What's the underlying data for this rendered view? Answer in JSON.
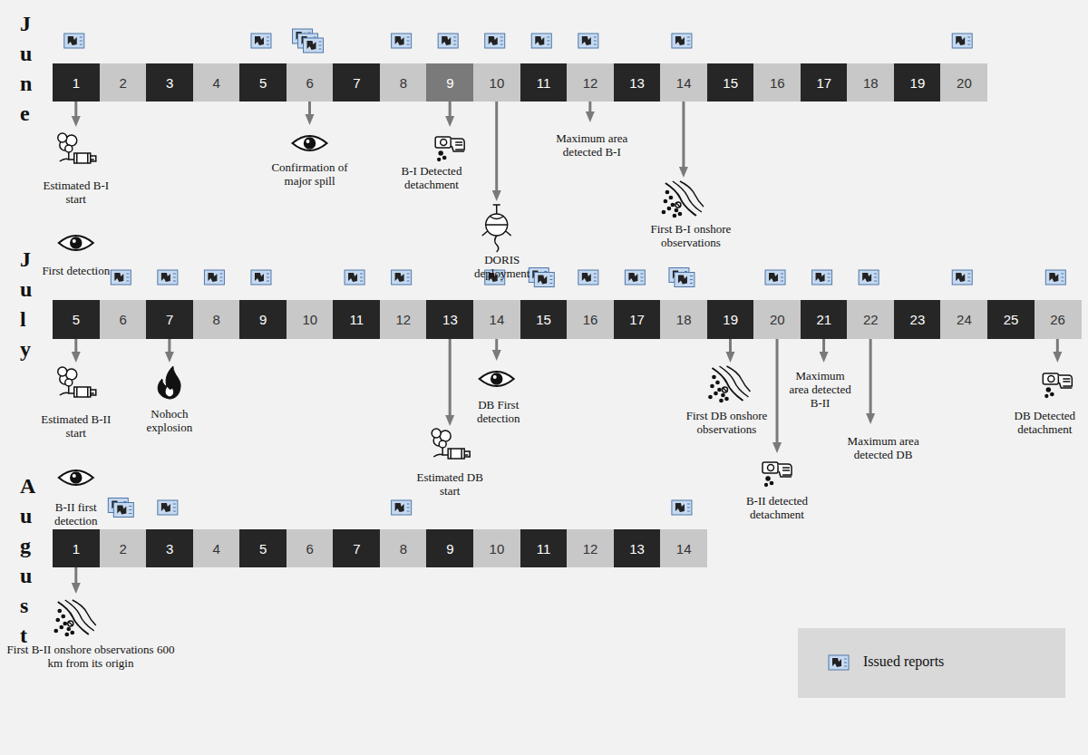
{
  "diagram": {
    "nodes": [
      {
        "text": [
          "1"
        ]
      },
      {
        "text": [
          "2"
        ]
      },
      {
        "text": [
          "3"
        ]
      },
      {
        "text": [
          "4"
        ]
      },
      {
        "text": [
          "5"
        ]
      },
      {
        "text": [
          "6"
        ]
      },
      {
        "text": [
          "7"
        ]
      },
      {
        "text": [
          "8"
        ]
      },
      {
        "text": [
          "9"
        ]
      },
      {
        "text": [
          "10"
        ]
      },
      {
        "text": [
          "11"
        ]
      },
      {
        "text": [
          "12"
        ]
      },
      {
        "text": [
          "13"
        ]
      },
      {
        "text": [
          "14"
        ]
      },
      {
        "text": [
          "15"
        ]
      },
      {
        "text": [
          "16"
        ]
      },
      {
        "text": [
          "17"
        ]
      },
      {
        "text": [
          "18"
        ]
      },
      {
        "text": [
          "19"
        ]
      },
      {
        "text": [
          "20"
        ]
      },
      {
        "text": [
          "5"
        ]
      },
      {
        "text": [
          "6"
        ]
      },
      {
        "text": [
          "7"
        ]
      },
      {
        "text": [
          "8"
        ]
      },
      {
        "text": [
          "9"
        ]
      },
      {
        "text": [
          "10"
        ]
      },
      {
        "text": [
          "11"
        ]
      },
      {
        "text": [
          "12"
        ]
      },
      {
        "text": [
          "13"
        ]
      },
      {
        "text": [
          "14"
        ]
      },
      {
        "text": [
          "15"
        ]
      },
      {
        "text": [
          "16"
        ]
      },
      {
        "text": [
          "17"
        ]
      },
      {
        "text": [
          "18"
        ]
      },
      {
        "text": [
          "19"
        ]
      },
      {
        "text": [
          "20"
        ]
      },
      {
        "text": [
          "21"
        ]
      },
      {
        "text": [
          "22"
        ]
      },
      {
        "text": [
          "23"
        ]
      },
      {
        "text": [
          "24"
        ]
      },
      {
        "text": [
          "25"
        ]
      },
      {
        "text": [
          "26"
        ]
      },
      {
        "text": [
          "1"
        ]
      },
      {
        "text": [
          "2"
        ]
      },
      {
        "text": [
          "3"
        ]
      },
      {
        "text": [
          "4"
        ]
      },
      {
        "text": [
          "5"
        ]
      },
      {
        "text": [
          "6"
        ]
      },
      {
        "text": [
          "7"
        ]
      },
      {
        "text": [
          "8"
        ]
      },
      {
        "text": [
          "9"
        ]
      },
      {
        "text": [
          "10"
        ]
      },
      {
        "text": [
          "11"
        ]
      },
      {
        "text": [
          "12"
        ]
      },
      {
        "text": [
          "13"
        ]
      },
      {
        "text": [
          "14"
        ]
      }
    ],
    "labels": [
      "June",
      "July",
      "August",
      "Estimated B-I start",
      "First detection",
      "Confirmation of major spill",
      "B-I Detected detachment",
      "DORIS deployment",
      "Maximum area detected B-I",
      "First B-I onshore observations",
      "Estimated B-II start",
      "B-II first detection",
      "Nohoch explosion",
      "Estimated DB start",
      "DB First detection",
      "First DB onshore observations",
      "B-II detected detachment",
      "Maximum area detected B-II",
      "Maximum area detected DB",
      "DB Detected detachment",
      "First B-II onshore observations 600 km from its origin"
    ],
    "legend": [
      {
        "text": "Issued reports"
      }
    ]
  }
}
